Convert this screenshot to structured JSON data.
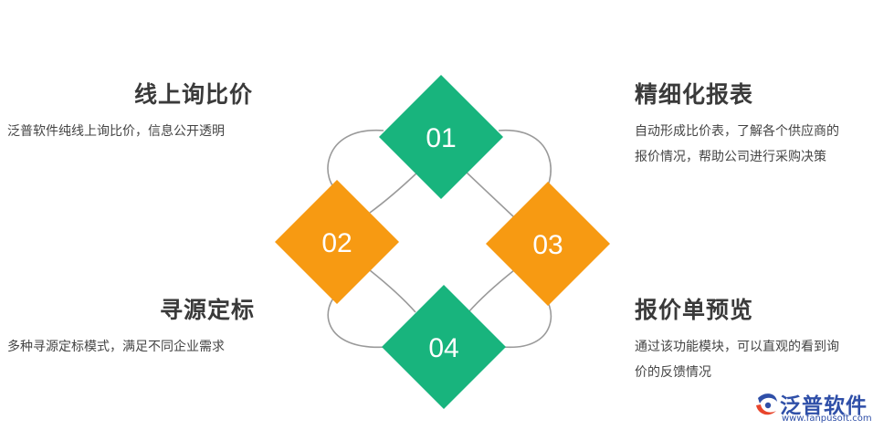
{
  "items": [
    {
      "number": "01",
      "title": "线上询比价",
      "desc_lines": [
        "泛普软件纯线上询比价，信息公开透明"
      ],
      "color": "#18b47d"
    },
    {
      "number": "02",
      "title": "寻源定标",
      "desc_lines": [
        "多种寻源定标模式，满足不同企业需求"
      ],
      "color": "#f79a12"
    },
    {
      "number": "03",
      "title": "精细化报表",
      "desc_lines": [
        "自动形成比价表，了解各个供应商的",
        "报价情况，帮助公司进行采购决策"
      ],
      "color": "#f79a12"
    },
    {
      "number": "04",
      "title": "报价单预览",
      "desc_lines": [
        "通过该功能模块，可以直观的看到询",
        "价的反馈情况"
      ],
      "color": "#18b47d"
    }
  ],
  "logo": {
    "name": "泛普软件",
    "url": "www.fanpusoft.com"
  },
  "colors": {
    "green": "#18b47d",
    "orange": "#f79a12",
    "line": "#9a9a9a"
  }
}
